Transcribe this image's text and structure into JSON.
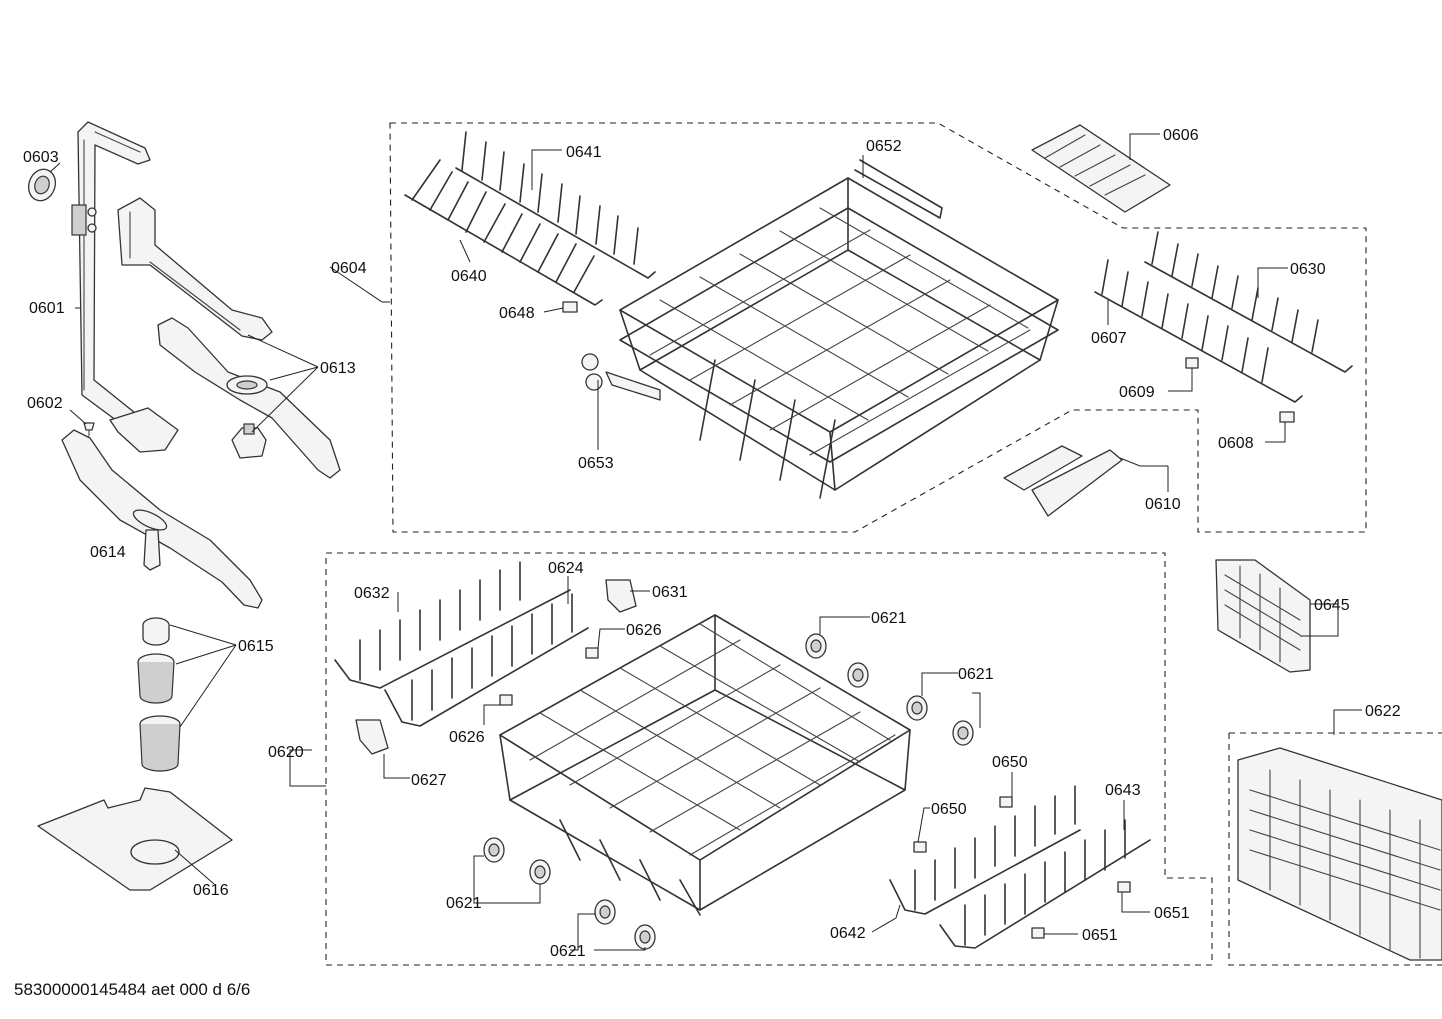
{
  "callouts": {
    "c0601": "0601",
    "c0602": "0602",
    "c0603": "0603",
    "c0604": "0604",
    "c0606": "0606",
    "c0607": "0607",
    "c0608": "0608",
    "c0609": "0609",
    "c0610": "0610",
    "c0613": "0613",
    "c0614": "0614",
    "c0615": "0615",
    "c0616": "0616",
    "c0620": "0620",
    "c0621a": "0621",
    "c0621b": "0621",
    "c0621c": "0621",
    "c0621d": "0621",
    "c0622": "0622",
    "c0624": "0624",
    "c0626a": "0626",
    "c0626b": "0626",
    "c0627": "0627",
    "c0630": "0630",
    "c0631": "0631",
    "c0632": "0632",
    "c0640": "0640",
    "c0641": "0641",
    "c0642": "0642",
    "c0643": "0643",
    "c0645": "0645",
    "c0648": "0648",
    "c0650a": "0650",
    "c0650b": "0650",
    "c0651a": "0651",
    "c0651b": "0651",
    "c0652": "0652",
    "c0653": "0653"
  },
  "footer": "58300000145484 aet 000 d 6/6"
}
